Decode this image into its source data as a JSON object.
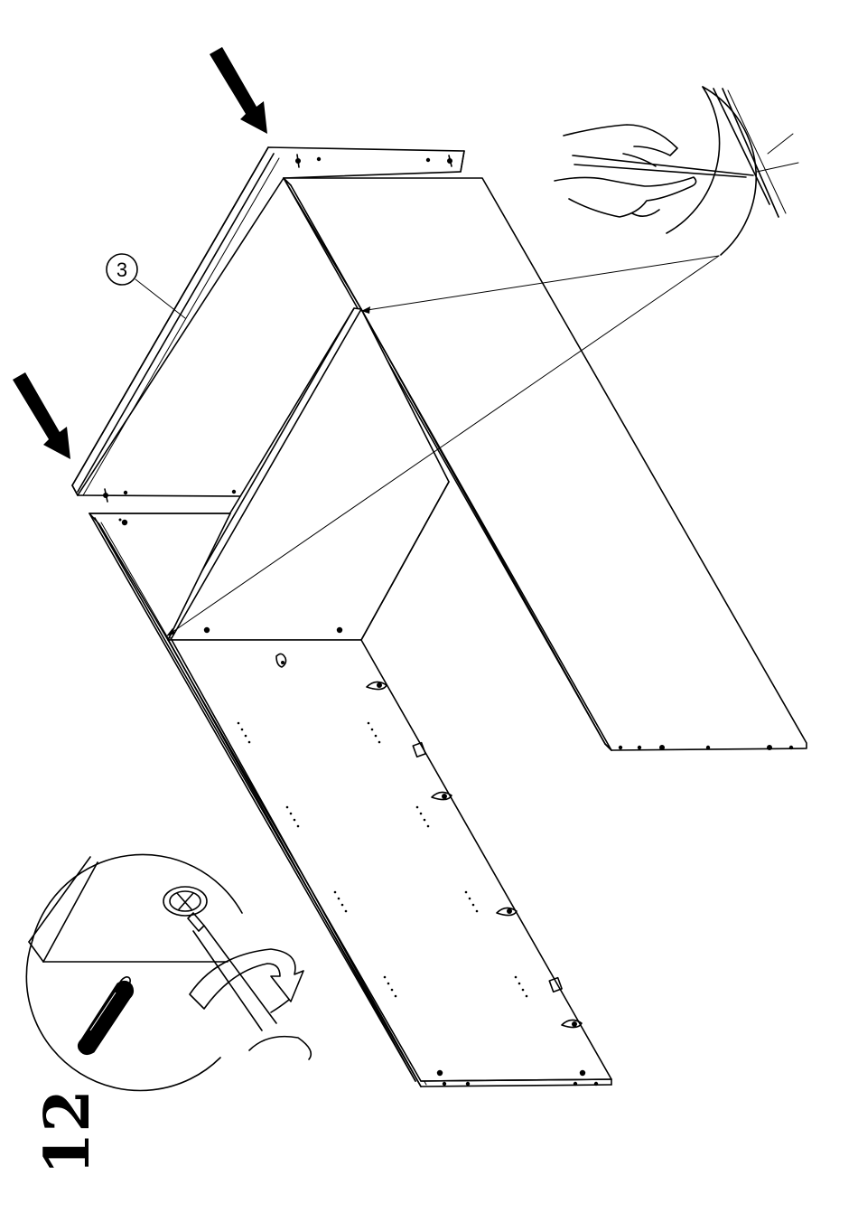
{
  "step": {
    "number": "12"
  },
  "callouts": [
    {
      "id": "part-3",
      "label": "3"
    }
  ],
  "icons": {
    "arrow": "arrow-down-right-icon",
    "hand": "hand-pressing-icon",
    "screwdriver": "screwdriver-icon",
    "rotation": "rotate-arrow-icon",
    "cam_lock": "cam-lock-icon"
  },
  "colors": {
    "ink": "#000000",
    "paper": "#ffffff"
  }
}
